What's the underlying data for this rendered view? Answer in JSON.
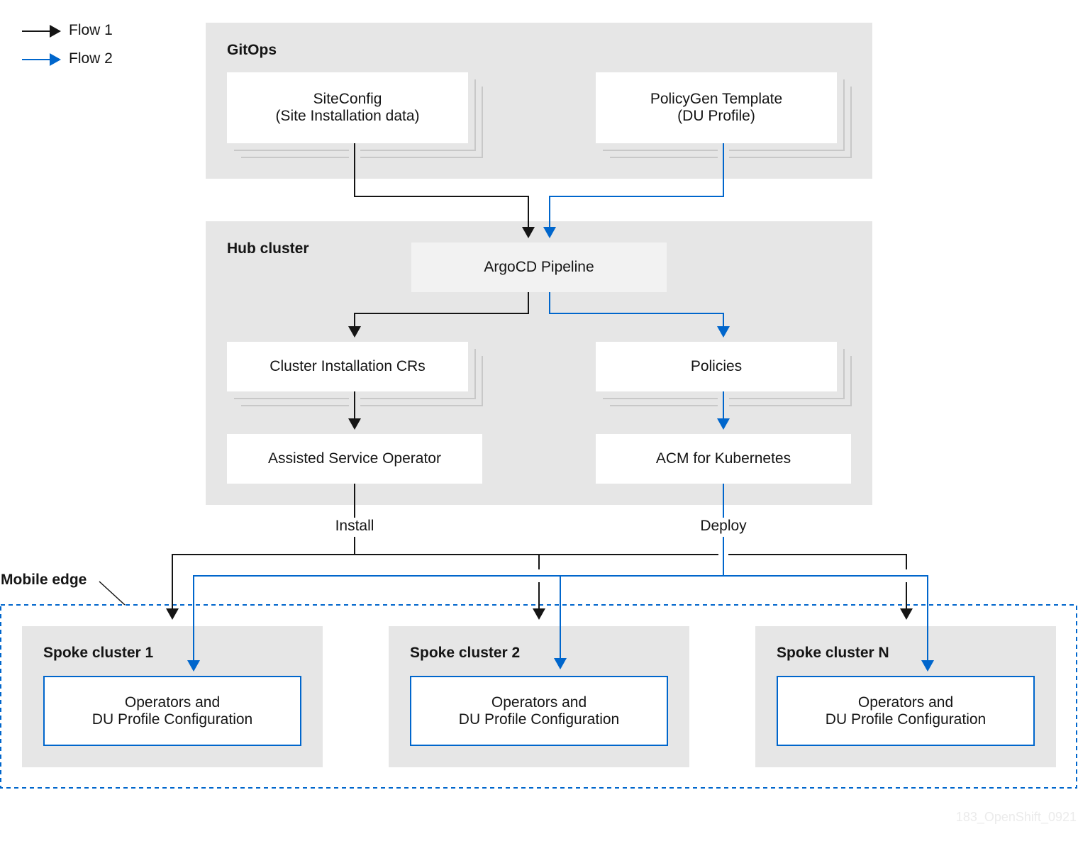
{
  "legend": {
    "flow1": "Flow 1",
    "flow2": "Flow 2"
  },
  "colors": {
    "flow1": "#151515",
    "flow2": "#0066cc",
    "panel": "#e6e6e6",
    "stack_line": "#c8c8c8"
  },
  "gitops": {
    "title": "GitOps",
    "siteconfig": {
      "title": "SiteConfig",
      "subtitle": "(Site Installation data)"
    },
    "policygen": {
      "title": "PolicyGen Template",
      "subtitle": "(DU Profile)"
    }
  },
  "hub": {
    "title": "Hub cluster",
    "argocd": "ArgoCD Pipeline",
    "cluster_install_crs": "Cluster Installation CRs",
    "policies": "Policies",
    "assisted_service": "Assisted Service Operator",
    "acm": "ACM for Kubernetes"
  },
  "edges": {
    "install": "Install",
    "deploy": "Deploy"
  },
  "mobile_edge": {
    "title": "Mobile edge",
    "spokes": [
      {
        "title": "Spoke cluster 1",
        "box_line1": "Operators and",
        "box_line2": "DU Profile Configuration"
      },
      {
        "title": "Spoke cluster 2",
        "box_line1": "Operators and",
        "box_line2": "DU Profile Configuration"
      },
      {
        "title": "Spoke cluster N",
        "box_line1": "Operators and",
        "box_line2": "DU Profile Configuration"
      }
    ]
  },
  "watermark": "183_OpenShift_0921"
}
